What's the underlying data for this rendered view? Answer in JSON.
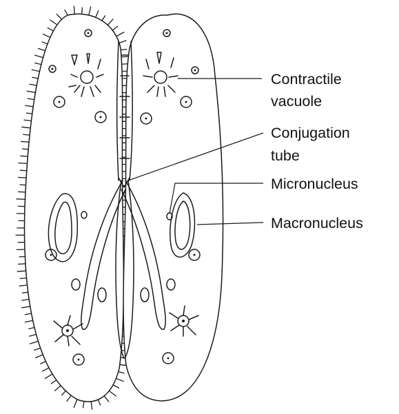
{
  "labels": {
    "contractile_vacuole": [
      "Contractile",
      "vacuole"
    ],
    "conjugation_tube": [
      "Conjugation",
      "tube"
    ],
    "micronucleus": "Micronucleus",
    "macronucleus": "Macronucleus"
  },
  "colors": {
    "stroke": "#1a1a1a",
    "background": "#ffffff",
    "text": "#111111"
  }
}
